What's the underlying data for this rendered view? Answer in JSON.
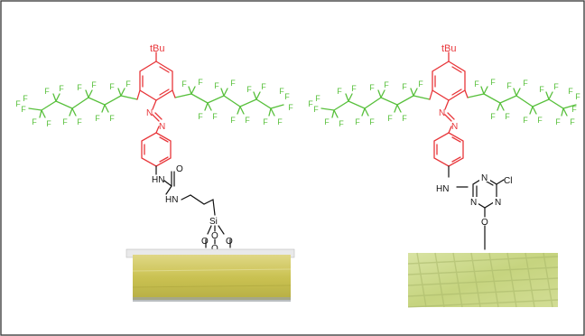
{
  "colors": {
    "frame": "#333333",
    "azobenzene": "#e8363a",
    "fluorous_chain": "#58c03c",
    "linker": "#111111",
    "surface_left": "#d8d06a",
    "surface_right": "#cfdc8e"
  },
  "left": {
    "tbu_label": "tBu",
    "azo_n1": "N",
    "azo_n2": "N",
    "fluoro_atom": "F",
    "urea_nh_top": "HN",
    "urea_o": "O",
    "urea_nh_bottom": "HN",
    "si_label": "Si",
    "o_center_upper": "O",
    "o_center_lower": "O",
    "o_left": "O",
    "o_right": "O"
  },
  "right": {
    "tbu_label": "tBu",
    "azo_n1": "N",
    "azo_n2": "N",
    "fluoro_atom": "F",
    "hn_label": "HN",
    "triazine_n_top": "N",
    "triazine_n_left": "N",
    "triazine_n_right": "N",
    "cl_label": "Cl",
    "o_label": "O"
  }
}
